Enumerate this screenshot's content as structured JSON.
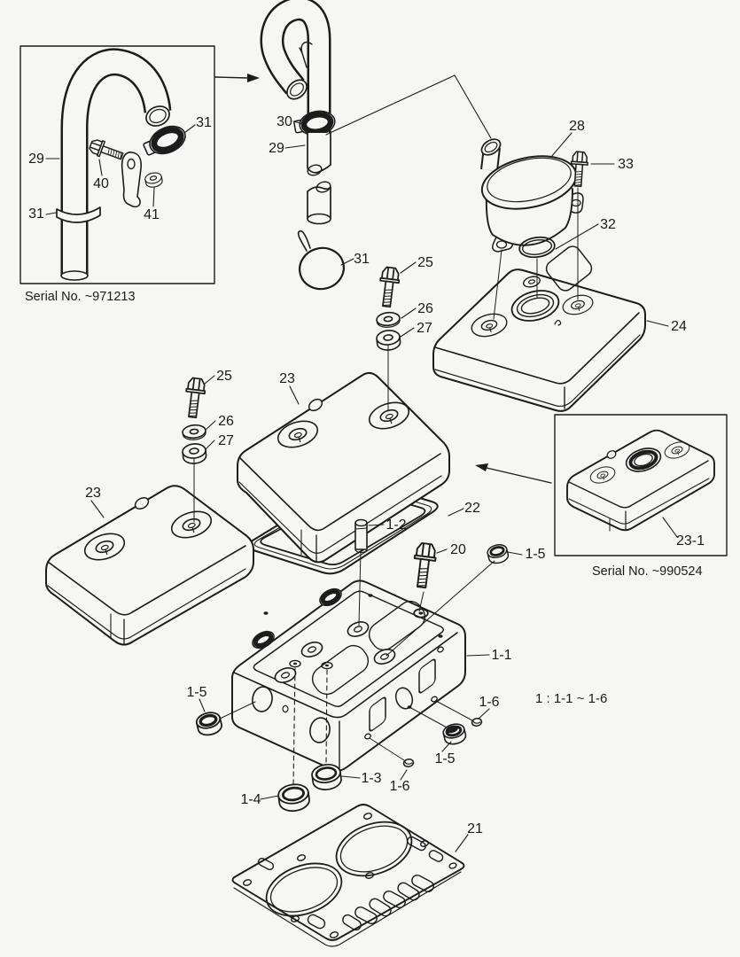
{
  "page": {
    "background": "#f6f6f5",
    "line_color": "#1c1c1c",
    "label_color": "#1a1a1a"
  },
  "figure": {
    "type": "exploded-parts-diagram",
    "note": "1 : 1-1 ~ 1-6",
    "insets": [
      {
        "serial": "Serial No. ~971213"
      },
      {
        "serial": "Serial No. ~990524"
      }
    ],
    "callouts": [
      {
        "id": "29-inset",
        "text": "29"
      },
      {
        "id": "31-inset-top",
        "text": "31"
      },
      {
        "id": "40",
        "text": "40"
      },
      {
        "id": "41",
        "text": "41"
      },
      {
        "id": "31-inset-bottom",
        "text": "31"
      },
      {
        "id": "30",
        "text": "30"
      },
      {
        "id": "29-pipe",
        "text": "29"
      },
      {
        "id": "31-loop",
        "text": "31"
      },
      {
        "id": "28",
        "text": "28"
      },
      {
        "id": "33",
        "text": "33"
      },
      {
        "id": "32",
        "text": "32"
      },
      {
        "id": "24",
        "text": "24"
      },
      {
        "id": "25-right",
        "text": "25"
      },
      {
        "id": "26-right",
        "text": "26"
      },
      {
        "id": "27-right",
        "text": "27"
      },
      {
        "id": "25-left",
        "text": "25"
      },
      {
        "id": "26-left",
        "text": "26"
      },
      {
        "id": "27-left",
        "text": "27"
      },
      {
        "id": "23-middle",
        "text": "23"
      },
      {
        "id": "23-left",
        "text": "23"
      },
      {
        "id": "22",
        "text": "22"
      },
      {
        "id": "1-2",
        "text": "1-2"
      },
      {
        "id": "20",
        "text": "20"
      },
      {
        "id": "1-5-top",
        "text": "1-5"
      },
      {
        "id": "23-1",
        "text": "23-1"
      },
      {
        "id": "1-1",
        "text": "1-1"
      },
      {
        "id": "1-6-upper",
        "text": "1-6"
      },
      {
        "id": "1-5-right",
        "text": "1-5"
      },
      {
        "id": "1-5-left",
        "text": "1-5"
      },
      {
        "id": "1-3",
        "text": "1-3"
      },
      {
        "id": "1-4",
        "text": "1-4"
      },
      {
        "id": "1-6-lower",
        "text": "1-6"
      },
      {
        "id": "21",
        "text": "21"
      }
    ]
  }
}
